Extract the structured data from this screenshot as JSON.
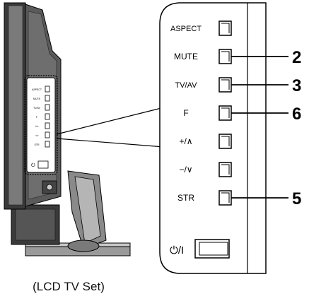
{
  "panel": {
    "buttons": [
      {
        "label": "ASPECT",
        "number": ""
      },
      {
        "label": "MUTE",
        "number": "2"
      },
      {
        "label": "TV/AV",
        "number": "3"
      },
      {
        "label": "F",
        "number": "6"
      },
      {
        "label": "+/∧",
        "number": ""
      },
      {
        "label": "−/∨",
        "number": ""
      },
      {
        "label": "STR",
        "number": "5"
      }
    ],
    "power_label": "⏻/I"
  },
  "tv_small_labels": [
    "ASPECT",
    "MUTE",
    "TV/AV",
    "F",
    "+/∧",
    "−/∨",
    "STR"
  ],
  "caption": "(LCD TV Set)",
  "colors": {
    "line": "#000000",
    "tv_dark": "#3a3a3a",
    "tv_mid": "#8a8a8a",
    "tv_light": "#c8c8c8"
  }
}
